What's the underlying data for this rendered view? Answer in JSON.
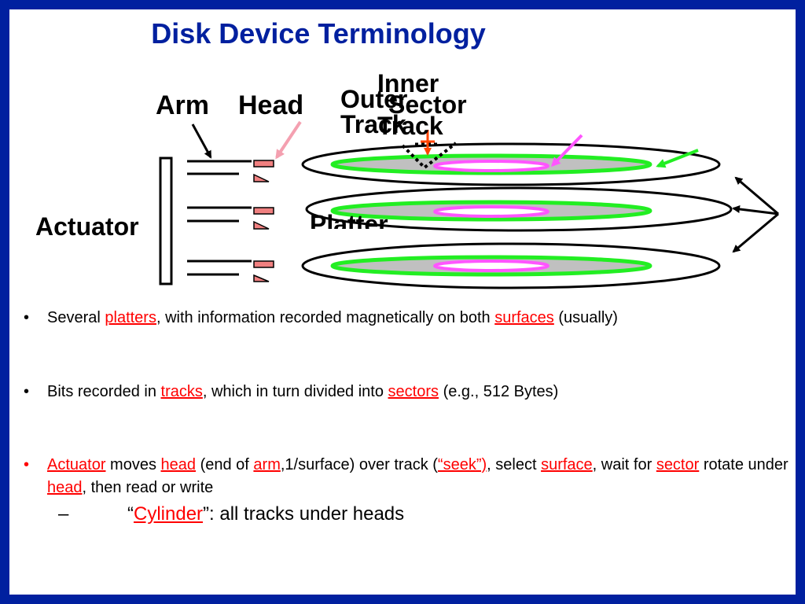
{
  "slide": {
    "title": "Disk Device Terminology",
    "labels": {
      "arm": "Arm",
      "head": "Head",
      "outer_track_1": "Outer",
      "outer_track_2": "Track",
      "inner_track_1": "Inner",
      "inner_track_2": "Track",
      "sector": "Sector",
      "actuator": "Actuator",
      "platter": "Platter"
    },
    "bullets": {
      "b1": {
        "marker": "•",
        "t1": "Several ",
        "platters": "platters",
        "t2": ", with information recorded magnetically on both ",
        "surfaces": "surfaces",
        "t3": " (usually)"
      },
      "b2": {
        "marker": "•",
        "t1": "Bits recorded in ",
        "tracks": "tracks",
        "t2": ", which in turn divided into ",
        "sectors": "sectors",
        "t3": " (e.g., 512 Bytes)"
      },
      "b3": {
        "marker": "•",
        "actuator": "Actuator",
        "t1": " moves ",
        "head": "head",
        "t2": " (end of ",
        "arm": "arm",
        "t3": ",1/surface) over track (",
        "seek": "“seek”)",
        "t4": ", select ",
        "surface": "surface",
        "t5": ", wait for ",
        "sector": "sector",
        "t6": " rotate under ",
        "head2": "head",
        "t7": ", then read or write"
      },
      "sub": {
        "marker": "–",
        "q1": "“",
        "cylinder": "Cylinder",
        "t1": "”: all tracks under heads"
      }
    },
    "colors": {
      "border": "#00209f",
      "title": "#00209f",
      "term": "#ff0000",
      "track_outer": "#22ee22",
      "track_inner": "#ff55ff",
      "head": "#f08080",
      "head_arrow": "#f4a0b0",
      "sector_arrow": "#ff4400"
    }
  }
}
